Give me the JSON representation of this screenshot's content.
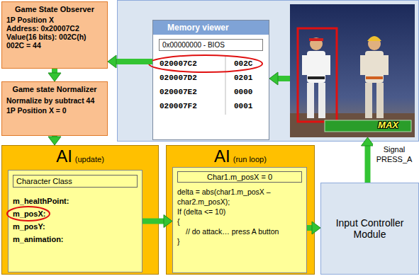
{
  "diagram": {
    "nodes": [
      {
        "text": [
          "Game State Observer",
          "1P Position X",
          "Address: 0x20007C2",
          "Value(16 bits): 002C(h)",
          "002C = 44"
        ]
      },
      {
        "text": [
          "Memory viewer",
          "0x00000000 - BIOS"
        ]
      },
      {
        "text": [
          "MAX"
        ]
      },
      {
        "text": [
          "Game state Normalizer",
          "Normalize by subtract 44",
          "1P Position X = 0"
        ]
      },
      {
        "text": [
          "AI",
          "(update)"
        ]
      },
      {
        "text": [
          "Character Class",
          "m_healthPoint:",
          "m_posX:",
          "m_posY:",
          "m_animation:"
        ],
        "in": 4
      },
      {
        "text": [
          "AI",
          "(run loop)"
        ]
      },
      {
        "text": [
          "Char1.m_posX = 0",
          "delta = abs(char1.m_posX – char2.m_posX);",
          "If (delta <= 10)",
          "{",
          "// do attack… press A button",
          "}"
        ],
        "in": 6
      },
      {
        "text": [
          "Input Controller Module"
        ]
      }
    ],
    "edges": [
      {
        "from": 2,
        "to": 1,
        "arrow": "to"
      },
      {
        "from": 1,
        "to": 0,
        "arrow": "to"
      },
      {
        "from": 0,
        "to": 3,
        "arrow": "to"
      },
      {
        "from": 3,
        "to": 4,
        "arrow": "to"
      },
      {
        "from": 5,
        "to": 7,
        "arrow": "to"
      },
      {
        "from": 7,
        "to": 8,
        "arrow": "to"
      },
      {
        "from": 8,
        "to": 2,
        "label": "Signal PRESS_A",
        "arrow": "to"
      }
    ],
    "labels": [
      "020007C2",
      "002C",
      "020007D2",
      "0201",
      "020007E2",
      "0000",
      "020007F2",
      "0001"
    ]
  }
}
